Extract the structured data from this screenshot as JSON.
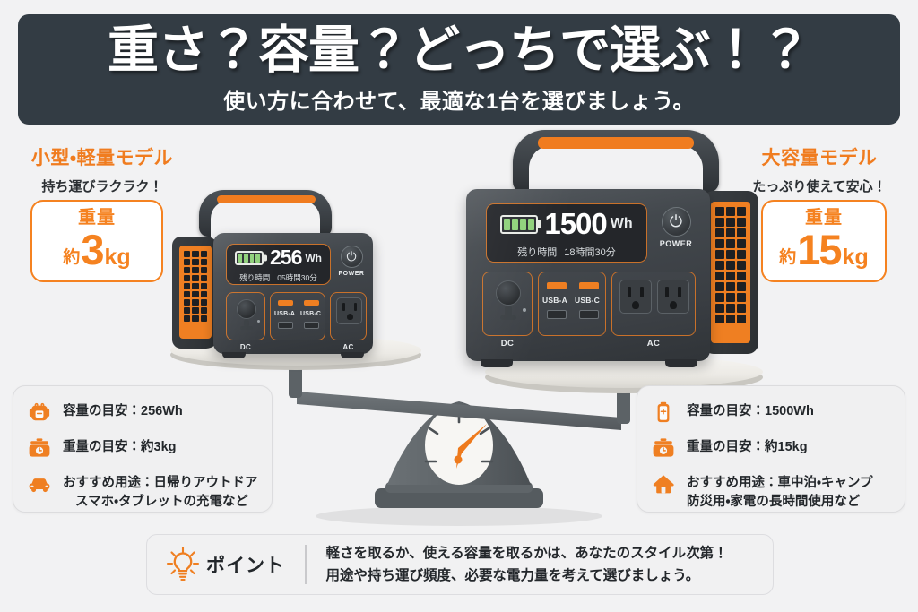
{
  "header": {
    "title": "重さ？容量？どっちで選ぶ！？",
    "subtitle": "使い方に合わせて、最適な1台を選びましょう。",
    "bg_color": "#333c44"
  },
  "theme": {
    "accent": "#f07c1f",
    "accent_dark": "#e2711a",
    "page_bg": "#f2f2f3",
    "text_dark": "#23272b",
    "card_bg": "#f0f0f1",
    "device_body": "#43484d",
    "scale_gray": "#5f6569"
  },
  "left": {
    "model_title": "小型・軽量モデル",
    "model_sub": "持ち運びラクラク！",
    "badge": {
      "label": "重量",
      "approx": "約",
      "value": "3",
      "unit": "kg"
    },
    "device": {
      "capacity_value": "256",
      "capacity_unit": "Wh",
      "remain_label": "残り時間",
      "remain_value": "05時間30分",
      "power_label": "POWER",
      "dc_label": "DC",
      "usb_a_label": "USB-A",
      "usb_c_label": "USB-C",
      "ac_label": "AC",
      "battery_bars": 4
    },
    "card": [
      {
        "icon": "backpack-icon",
        "text": "容量の目安：256Wh",
        "line2": ""
      },
      {
        "icon": "kitchen-scale-icon",
        "text": "重量の目安：約3kg",
        "line2": ""
      },
      {
        "icon": "car-icon",
        "text": "おすすめ用途：日帰りアウトドア",
        "line2": "スマホ・タブレットの充電など"
      }
    ]
  },
  "right": {
    "model_title": "大容量モデル",
    "model_sub": "たっぷり使えて安心！",
    "badge": {
      "label": "重量",
      "approx": "約",
      "value": "15",
      "unit": "kg"
    },
    "device": {
      "capacity_value": "1500",
      "capacity_unit": "Wh",
      "remain_label": "残り時間",
      "remain_value": "18時間30分",
      "power_label": "POWER",
      "dc_label": "DC",
      "usb_a_label": "USB-A",
      "usb_c_label": "USB-C",
      "ac_label": "AC",
      "battery_bars": 4
    },
    "card": [
      {
        "icon": "battery-icon",
        "text": "容量の目安：1500Wh",
        "line2": ""
      },
      {
        "icon": "kitchen-scale-icon",
        "text": "重量の目安：約15kg",
        "line2": ""
      },
      {
        "icon": "house-icon",
        "text": "おすすめ用途：車中泊・キャンプ",
        "line2": "防災用・家電の長時間使用など"
      }
    ]
  },
  "scale": {
    "tilt": "right-heavy",
    "tilt_degrees": 7
  },
  "point": {
    "label": "ポイント",
    "line1": "軽さを取るか、使える容量を取るかは、あなたのスタイル次第！",
    "line2": "用途や持ち運び頻度、必要な電力量を考えて選びましょう。"
  }
}
